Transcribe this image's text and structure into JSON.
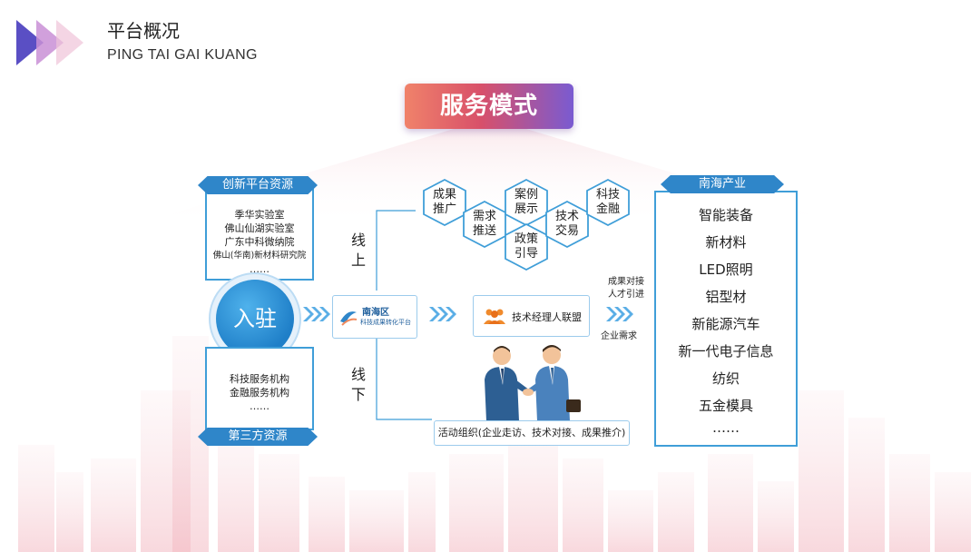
{
  "header": {
    "title": "平台概况",
    "subtitle": "PING TAI GAI KUANG"
  },
  "diagram": {
    "center_title": "服务模式",
    "left_top": {
      "tag": "创新平台资源",
      "items": [
        "季华实验室",
        "佛山仙湖实验室",
        "广东中科微纳院",
        "佛山(华南)新材料研究院",
        "……"
      ]
    },
    "join_label": "入驻",
    "left_bottom": {
      "tag": "第三方资源",
      "items": [
        "科技服务机构",
        "金融服务机构",
        "……"
      ]
    },
    "online_label": "线上",
    "offline_label": "线下",
    "services": [
      "成果推广",
      "需求推送",
      "案例展示",
      "政策引导",
      "技术交易",
      "科技金融"
    ],
    "platform": {
      "name": "南海区",
      "subname": "科技成果转化平台"
    },
    "alliance": "技术经理人联盟",
    "activity": "活动组织(企业走访、技术对接、成果推介)",
    "notes": {
      "to_industry": [
        "成果对接",
        "人才引进"
      ],
      "from_industry": "企业需求"
    },
    "right": {
      "tag": "南海产业",
      "items": [
        "智能装备",
        "新材料",
        "LED照明",
        "铝型材",
        "新能源汽车",
        "新一代电子信息",
        "纺织",
        "五金模具",
        "……"
      ]
    }
  },
  "colors": {
    "primary_blue": "#2f86c9",
    "border_blue": "#3f9ed8",
    "banner_start": "#f0826a",
    "banner_end": "#7a5bd1",
    "hex_border": "#3f9ed8"
  }
}
